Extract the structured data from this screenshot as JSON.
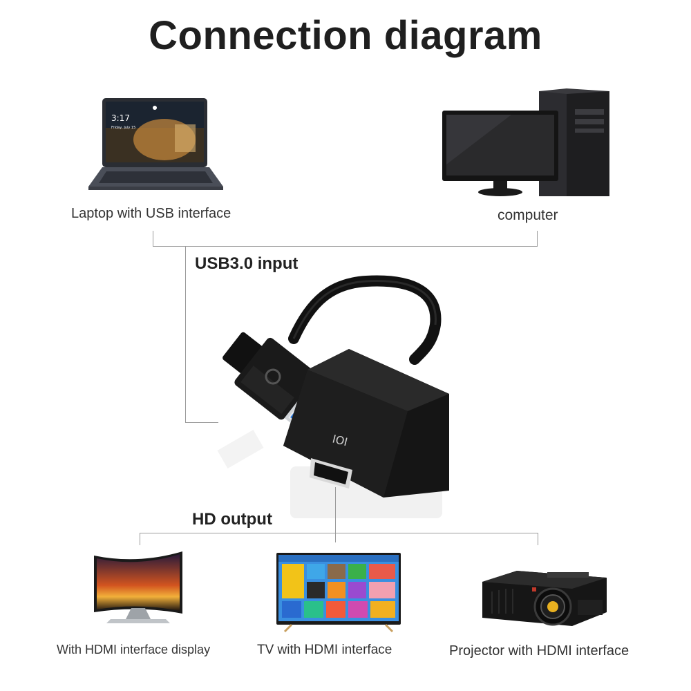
{
  "title": "Connection diagram",
  "inputs": {
    "section_label": "USB3.0 input",
    "devices": [
      {
        "label": "Laptop with USB interface",
        "icon": "laptop-icon"
      },
      {
        "label": "computer",
        "icon": "desktop-computer-icon"
      }
    ]
  },
  "adapter": {
    "port_mark": "IOI",
    "icon": "usb-to-hdmi-adapter-icon"
  },
  "outputs": {
    "section_label": "HD output",
    "devices": [
      {
        "label": "With HDMI interface display",
        "icon": "curved-display-icon"
      },
      {
        "label": "TV with HDMI interface",
        "icon": "smart-tv-icon"
      },
      {
        "label": "Projector with HDMI interface",
        "icon": "projector-icon"
      }
    ]
  },
  "colors": {
    "connector_line": "#9a9a9a",
    "usb_blue": "#2f7de1",
    "adapter_body": "#1a1a1a"
  }
}
